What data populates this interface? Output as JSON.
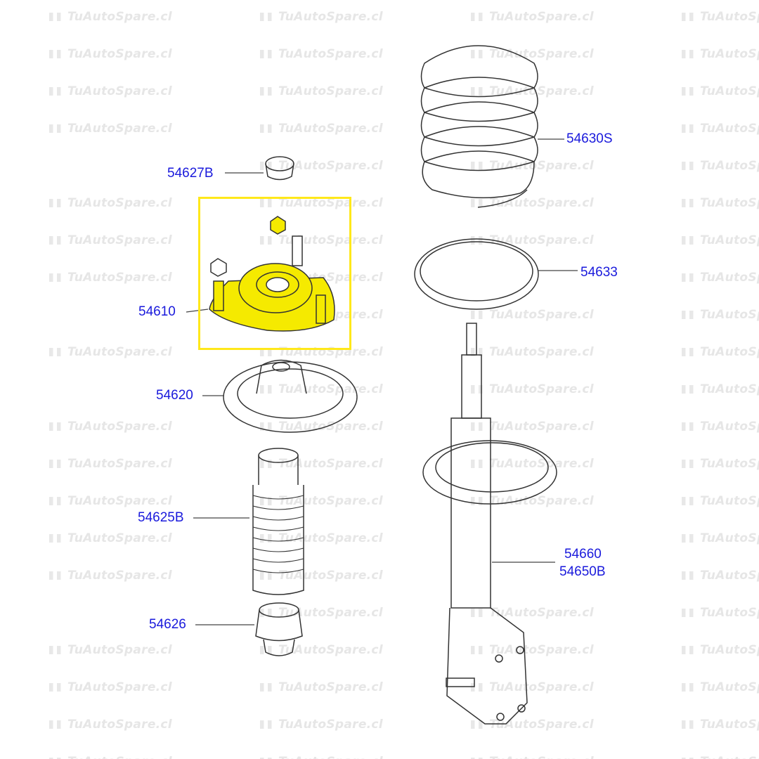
{
  "watermark": "TuAutoSpare.cl",
  "highlight_color": "#ffe81a",
  "label_color": "#1a1adc",
  "parts": {
    "p54627B": "54627B",
    "p54610": "54610",
    "p54620": "54620",
    "p54625B": "54625B",
    "p54626": "54626",
    "p54630S": "54630S",
    "p54633": "54633",
    "p54660": "54660",
    "p54650B": "54650B"
  },
  "selected_part": "54610"
}
